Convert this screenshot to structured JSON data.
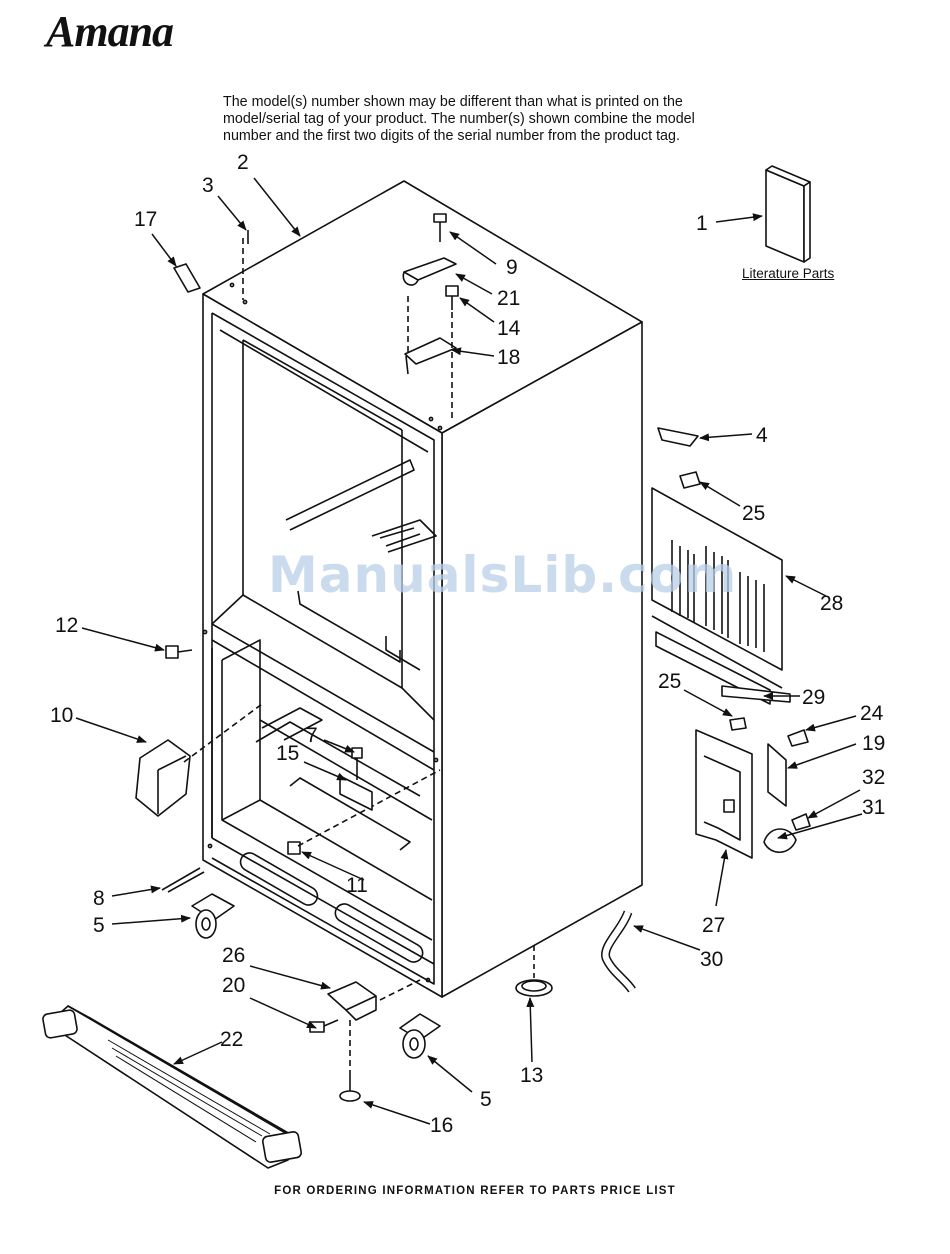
{
  "brand": {
    "logo_text": "Amana"
  },
  "header": {
    "note_lines": [
      "The model(s) number shown may be different than what is printed on the",
      "model/serial tag of your product. The number(s) shown combine the model",
      "number and the first two digits of the serial number from the product tag."
    ]
  },
  "watermark": "ManualsLib.com",
  "literature_label": "Literature Parts",
  "callouts": [
    {
      "id": "c1",
      "label": "1"
    },
    {
      "id": "c2",
      "label": "2"
    },
    {
      "id": "c3",
      "label": "3"
    },
    {
      "id": "c4",
      "label": "4"
    },
    {
      "id": "c5a",
      "label": "5"
    },
    {
      "id": "c5b",
      "label": "5"
    },
    {
      "id": "c7",
      "label": "7"
    },
    {
      "id": "c8",
      "label": "8"
    },
    {
      "id": "c9",
      "label": "9"
    },
    {
      "id": "c10",
      "label": "10"
    },
    {
      "id": "c11",
      "label": "11"
    },
    {
      "id": "c12",
      "label": "12"
    },
    {
      "id": "c13",
      "label": "13"
    },
    {
      "id": "c14",
      "label": "14"
    },
    {
      "id": "c15",
      "label": "15"
    },
    {
      "id": "c16",
      "label": "16"
    },
    {
      "id": "c17",
      "label": "17"
    },
    {
      "id": "c18",
      "label": "18"
    },
    {
      "id": "c19",
      "label": "19"
    },
    {
      "id": "c20",
      "label": "20"
    },
    {
      "id": "c21",
      "label": "21"
    },
    {
      "id": "c22",
      "label": "22"
    },
    {
      "id": "c24",
      "label": "24"
    },
    {
      "id": "c25a",
      "label": "25"
    },
    {
      "id": "c25b",
      "label": "25"
    },
    {
      "id": "c26",
      "label": "26"
    },
    {
      "id": "c27",
      "label": "27"
    },
    {
      "id": "c28",
      "label": "28"
    },
    {
      "id": "c29",
      "label": "29"
    },
    {
      "id": "c30",
      "label": "30"
    },
    {
      "id": "c31",
      "label": "31"
    },
    {
      "id": "c32",
      "label": "32"
    }
  ],
  "footer": {
    "text": "FOR ORDERING INFORMATION REFER TO PARTS PRICE LIST"
  },
  "colors": {
    "line": "#111111",
    "watermark": "#b9cfe8",
    "background": "#ffffff"
  }
}
